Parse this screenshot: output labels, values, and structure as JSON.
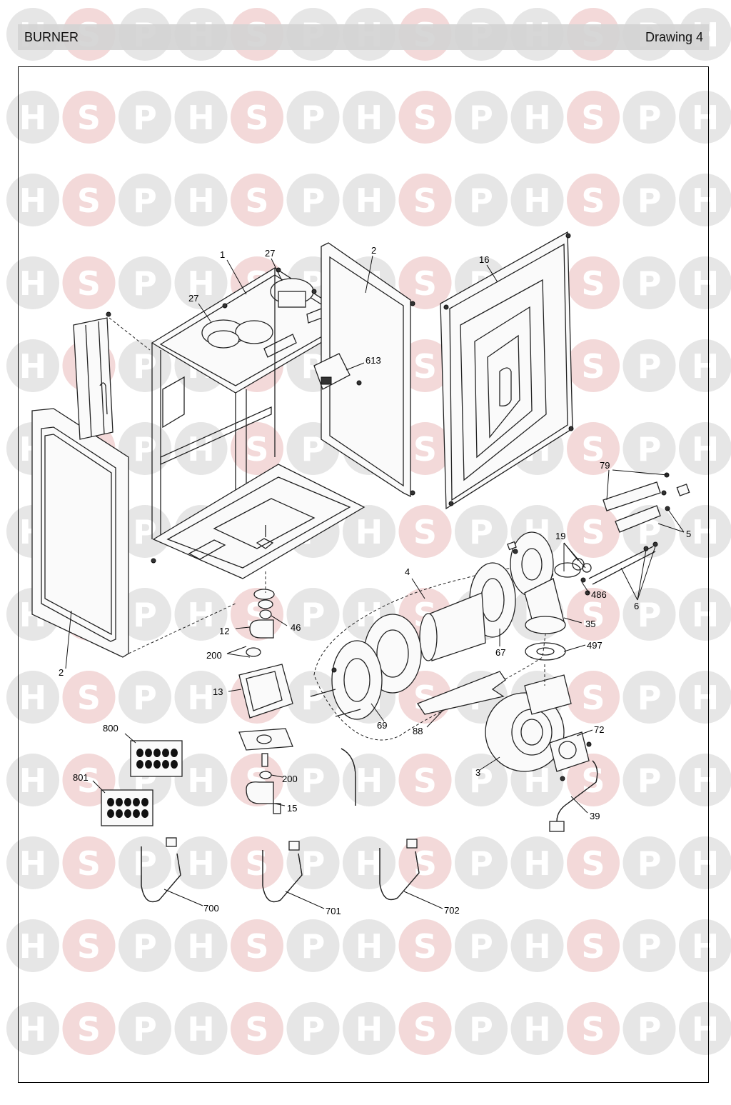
{
  "header": {
    "title": "BURNER",
    "drawing": "Drawing 4"
  },
  "watermark": {
    "letters": [
      "H",
      "S",
      "P"
    ],
    "colors": {
      "h": "#e6e6e6",
      "s": "#f3d9d9",
      "p": "#e6e6e6"
    }
  },
  "labels": {
    "l1": "1",
    "l27a": "27",
    "l27b": "27",
    "l2a": "2",
    "l2b": "2",
    "l16": "16",
    "l613": "613",
    "l79": "79",
    "l5": "5",
    "l19": "19",
    "l4": "4",
    "l486": "486",
    "l6": "6",
    "l35": "35",
    "l46": "46",
    "l12": "12",
    "l200a": "200",
    "l67": "67",
    "l497": "497",
    "l13": "13",
    "l69": "69",
    "l88": "88",
    "l72": "72",
    "l800": "800",
    "l801": "801",
    "l200b": "200",
    "l3": "3",
    "l15": "15",
    "l39": "39",
    "l700": "700",
    "l701": "701",
    "l702": "702"
  }
}
